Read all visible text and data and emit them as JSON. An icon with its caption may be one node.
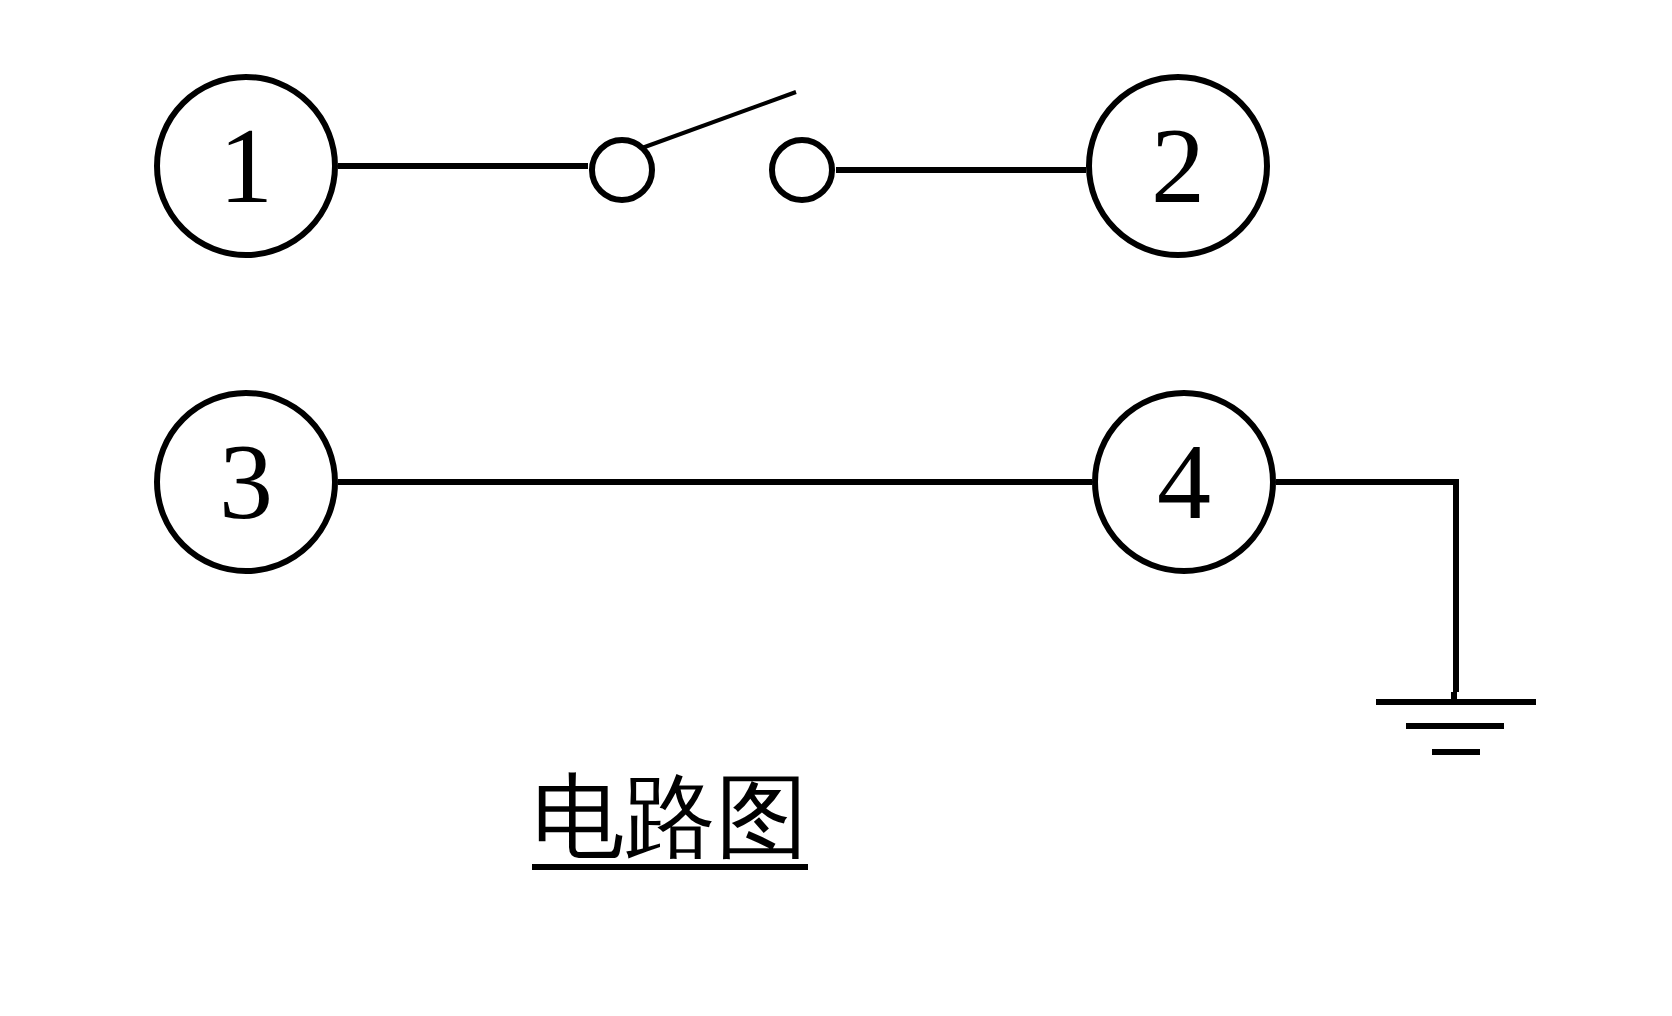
{
  "diagram": {
    "caption": "电路图",
    "nodes": [
      {
        "text": [
          "1"
        ]
      },
      {
        "text": [],
        "shape": "switch"
      },
      {
        "text": [
          "2"
        ]
      },
      {
        "text": [
          "3"
        ]
      },
      {
        "text": [
          "4"
        ]
      },
      {
        "text": [],
        "shape": "ground"
      }
    ],
    "edges": [
      {
        "from": 0,
        "to": 1,
        "arrow": "none"
      },
      {
        "from": 1,
        "to": 2,
        "arrow": "none"
      },
      {
        "from": 3,
        "to": 4,
        "arrow": "none"
      },
      {
        "from": 4,
        "to": 5,
        "arrow": "none"
      }
    ]
  }
}
